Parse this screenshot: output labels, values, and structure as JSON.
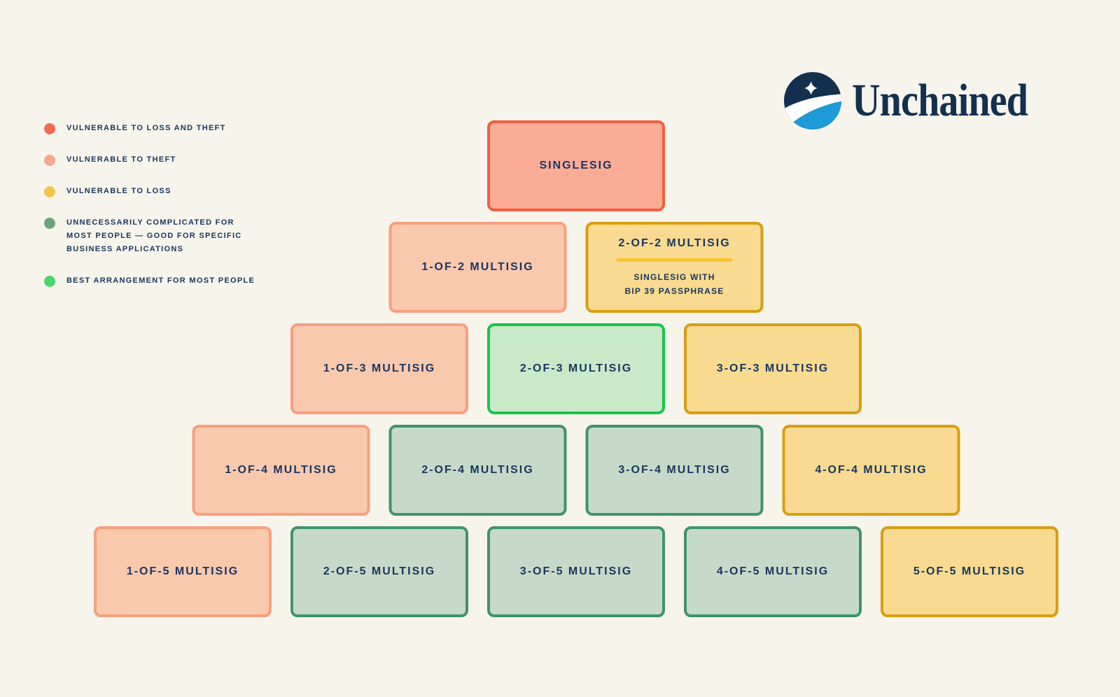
{
  "background_color": "#f7f4ec",
  "text_color": "#18355e",
  "brand": {
    "wordmark": "Unchained",
    "navy": "#13304f",
    "blue": "#1e9ad6"
  },
  "legend": {
    "items": [
      {
        "id": "loss-and-theft",
        "label": "VULNERABLE TO LOSS AND THEFT",
        "color": "#f26c52"
      },
      {
        "id": "theft",
        "label": "VULNERABLE TO THEFT",
        "color": "#f8a88c"
      },
      {
        "id": "loss",
        "label": "VULNERABLE TO LOSS",
        "color": "#f4c44d"
      },
      {
        "id": "complicated",
        "label": "UNNECESSARILY COMPLICATED FOR MOST PEOPLE — GOOD FOR SPECIFIC BUSINESS APPLICATIONS",
        "color": "#69a67e"
      },
      {
        "id": "best",
        "label": "BEST ARRANGEMENT FOR MOST PEOPLE",
        "color": "#4dd669"
      }
    ]
  },
  "categories": {
    "loss_and_theft": {
      "fill": "#fcab97",
      "border": "#f15f40"
    },
    "theft": {
      "fill": "#f9c9ae",
      "border": "#f6a07e"
    },
    "loss": {
      "fill": "#f8da90",
      "border": "#d89e13"
    },
    "complicated": {
      "fill": "#c7dac9",
      "border": "#3f9469"
    },
    "best": {
      "fill": "#c9eac9",
      "border": "#17c548"
    }
  },
  "pyramid": {
    "rows": [
      {
        "boxes": [
          {
            "label": "SINGLESIG",
            "category": "loss_and_theft"
          }
        ]
      },
      {
        "boxes": [
          {
            "label": "1-OF-2 MULTISIG",
            "category": "theft"
          },
          {
            "label": "2-OF-2 MULTISIG",
            "category": "loss",
            "divider_color": "#f7c42e",
            "sublabel_line1": "SINGLESIG WITH",
            "sublabel_line2": "BIP 39 PASSPHRASE"
          }
        ]
      },
      {
        "boxes": [
          {
            "label": "1-OF-3 MULTISIG",
            "category": "theft"
          },
          {
            "label": "2-OF-3 MULTISIG",
            "category": "best"
          },
          {
            "label": "3-OF-3 MULTISIG",
            "category": "loss"
          }
        ]
      },
      {
        "boxes": [
          {
            "label": "1-OF-4 MULTISIG",
            "category": "theft"
          },
          {
            "label": "2-OF-4 MULTISIG",
            "category": "complicated"
          },
          {
            "label": "3-OF-4 MULTISIG",
            "category": "complicated"
          },
          {
            "label": "4-OF-4 MULTISIG",
            "category": "loss"
          }
        ]
      },
      {
        "boxes": [
          {
            "label": "1-OF-5 MULTISIG",
            "category": "theft"
          },
          {
            "label": "2-OF-5 MULTISIG",
            "category": "complicated"
          },
          {
            "label": "3-OF-5 MULTISIG",
            "category": "complicated"
          },
          {
            "label": "4-OF-5 MULTISIG",
            "category": "complicated"
          },
          {
            "label": "5-OF-5 MULTISIG",
            "category": "loss"
          }
        ]
      }
    ]
  }
}
